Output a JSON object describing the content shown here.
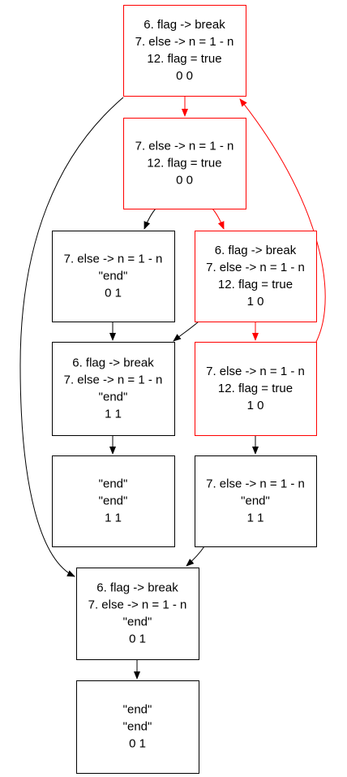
{
  "colors": {
    "normal": "#000000",
    "highlight": "#ff0000"
  },
  "nodes": [
    {
      "id": "n1",
      "lines": [
        "6. flag -> break",
        "7. else -> n = 1 - n",
        "12. flag = true",
        "0 0"
      ],
      "highlight": true
    },
    {
      "id": "n2",
      "lines": [
        "7. else -> n = 1 - n",
        "12. flag = true",
        "0 0"
      ],
      "highlight": true
    },
    {
      "id": "n3",
      "lines": [
        "7. else -> n = 1 - n",
        "\"end\"",
        "0 1"
      ],
      "highlight": false
    },
    {
      "id": "n4",
      "lines": [
        "6. flag -> break",
        "7. else -> n = 1 - n",
        "12. flag = true",
        "1 0"
      ],
      "highlight": true
    },
    {
      "id": "n5",
      "lines": [
        "6. flag -> break",
        "7. else -> n = 1 - n",
        "\"end\"",
        "1 1"
      ],
      "highlight": false
    },
    {
      "id": "n6",
      "lines": [
        "7. else -> n = 1 - n",
        "12. flag = true",
        "1 0"
      ],
      "highlight": true
    },
    {
      "id": "n7",
      "lines": [
        "\"end\"",
        "\"end\"",
        "1 1"
      ],
      "highlight": false
    },
    {
      "id": "n8",
      "lines": [
        "7. else -> n = 1 - n",
        "\"end\"",
        "1 1"
      ],
      "highlight": false
    },
    {
      "id": "n9",
      "lines": [
        "6. flag -> break",
        "7. else -> n = 1 - n",
        "\"end\"",
        "0 1"
      ],
      "highlight": false
    },
    {
      "id": "n10",
      "lines": [
        "\"end\"",
        "\"end\"",
        "0 1"
      ],
      "highlight": false
    }
  ],
  "edges": [
    {
      "from": "n1",
      "to": "n2",
      "highlight": true
    },
    {
      "from": "n2",
      "to": "n3",
      "highlight": false
    },
    {
      "from": "n2",
      "to": "n4",
      "highlight": true
    },
    {
      "from": "n3",
      "to": "n5",
      "highlight": false
    },
    {
      "from": "n4",
      "to": "n5",
      "highlight": false
    },
    {
      "from": "n4",
      "to": "n6",
      "highlight": true
    },
    {
      "from": "n6",
      "to": "n1",
      "highlight": true
    },
    {
      "from": "n5",
      "to": "n7",
      "highlight": false
    },
    {
      "from": "n6",
      "to": "n8",
      "highlight": false
    },
    {
      "from": "n8",
      "to": "n9",
      "highlight": false
    },
    {
      "from": "n1",
      "to": "n9",
      "highlight": false
    },
    {
      "from": "n9",
      "to": "n10",
      "highlight": false
    }
  ]
}
